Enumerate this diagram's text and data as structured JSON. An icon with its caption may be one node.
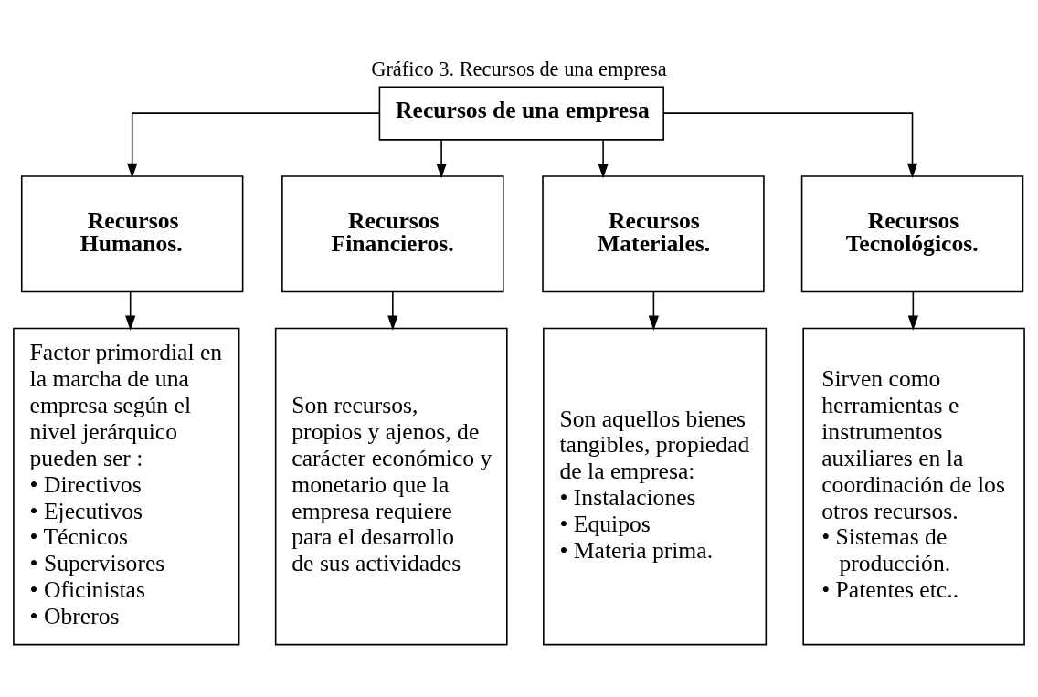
{
  "diagram": {
    "title": "Gráfico 3. Recursos de una empresa",
    "nodes": [
      {
        "text": [
          "Recursos de una empresa"
        ]
      },
      {
        "text": [
          "Recursos Humanos."
        ]
      },
      {
        "text": [
          "Recursos Financieros."
        ]
      },
      {
        "text": [
          "Recursos Materiales."
        ]
      },
      {
        "text": [
          "Recursos Tecnológicos."
        ]
      },
      {
        "text": [
          "Factor primordial en la marcha de una empresa según el nivel jerárquico pueden ser :",
          "• Directivos",
          "• Ejecutivos",
          "• Técnicos",
          "• Supervisores",
          "• Oficinistas",
          "• Obreros"
        ]
      },
      {
        "text": [
          "Son recursos, propios y ajenos, de carácter económico y monetario que la empresa requiere para el desarrollo de sus actividades"
        ]
      },
      {
        "text": [
          "Son aquellos bienes tangibles, propiedad de la empresa:",
          "• Instalaciones",
          "• Equipos",
          "• Materia prima."
        ]
      },
      {
        "text": [
          "Sirven como herramientas e instrumentos auxiliares en la coordinación de los otros recursos.",
          "• Sistemas de producción.",
          "• Patentes etc.."
        ]
      }
    ],
    "edges": [
      {
        "from": 0,
        "to": 1,
        "arrow": "to"
      },
      {
        "from": 0,
        "to": 2,
        "arrow": "to"
      },
      {
        "from": 0,
        "to": 3,
        "arrow": "to"
      },
      {
        "from": 0,
        "to": 4,
        "arrow": "to"
      },
      {
        "from": 1,
        "to": 5,
        "arrow": "to"
      },
      {
        "from": 2,
        "to": 6,
        "arrow": "to"
      },
      {
        "from": 3,
        "to": 7,
        "arrow": "to"
      },
      {
        "from": 4,
        "to": 8,
        "arrow": "to"
      }
    ]
  }
}
